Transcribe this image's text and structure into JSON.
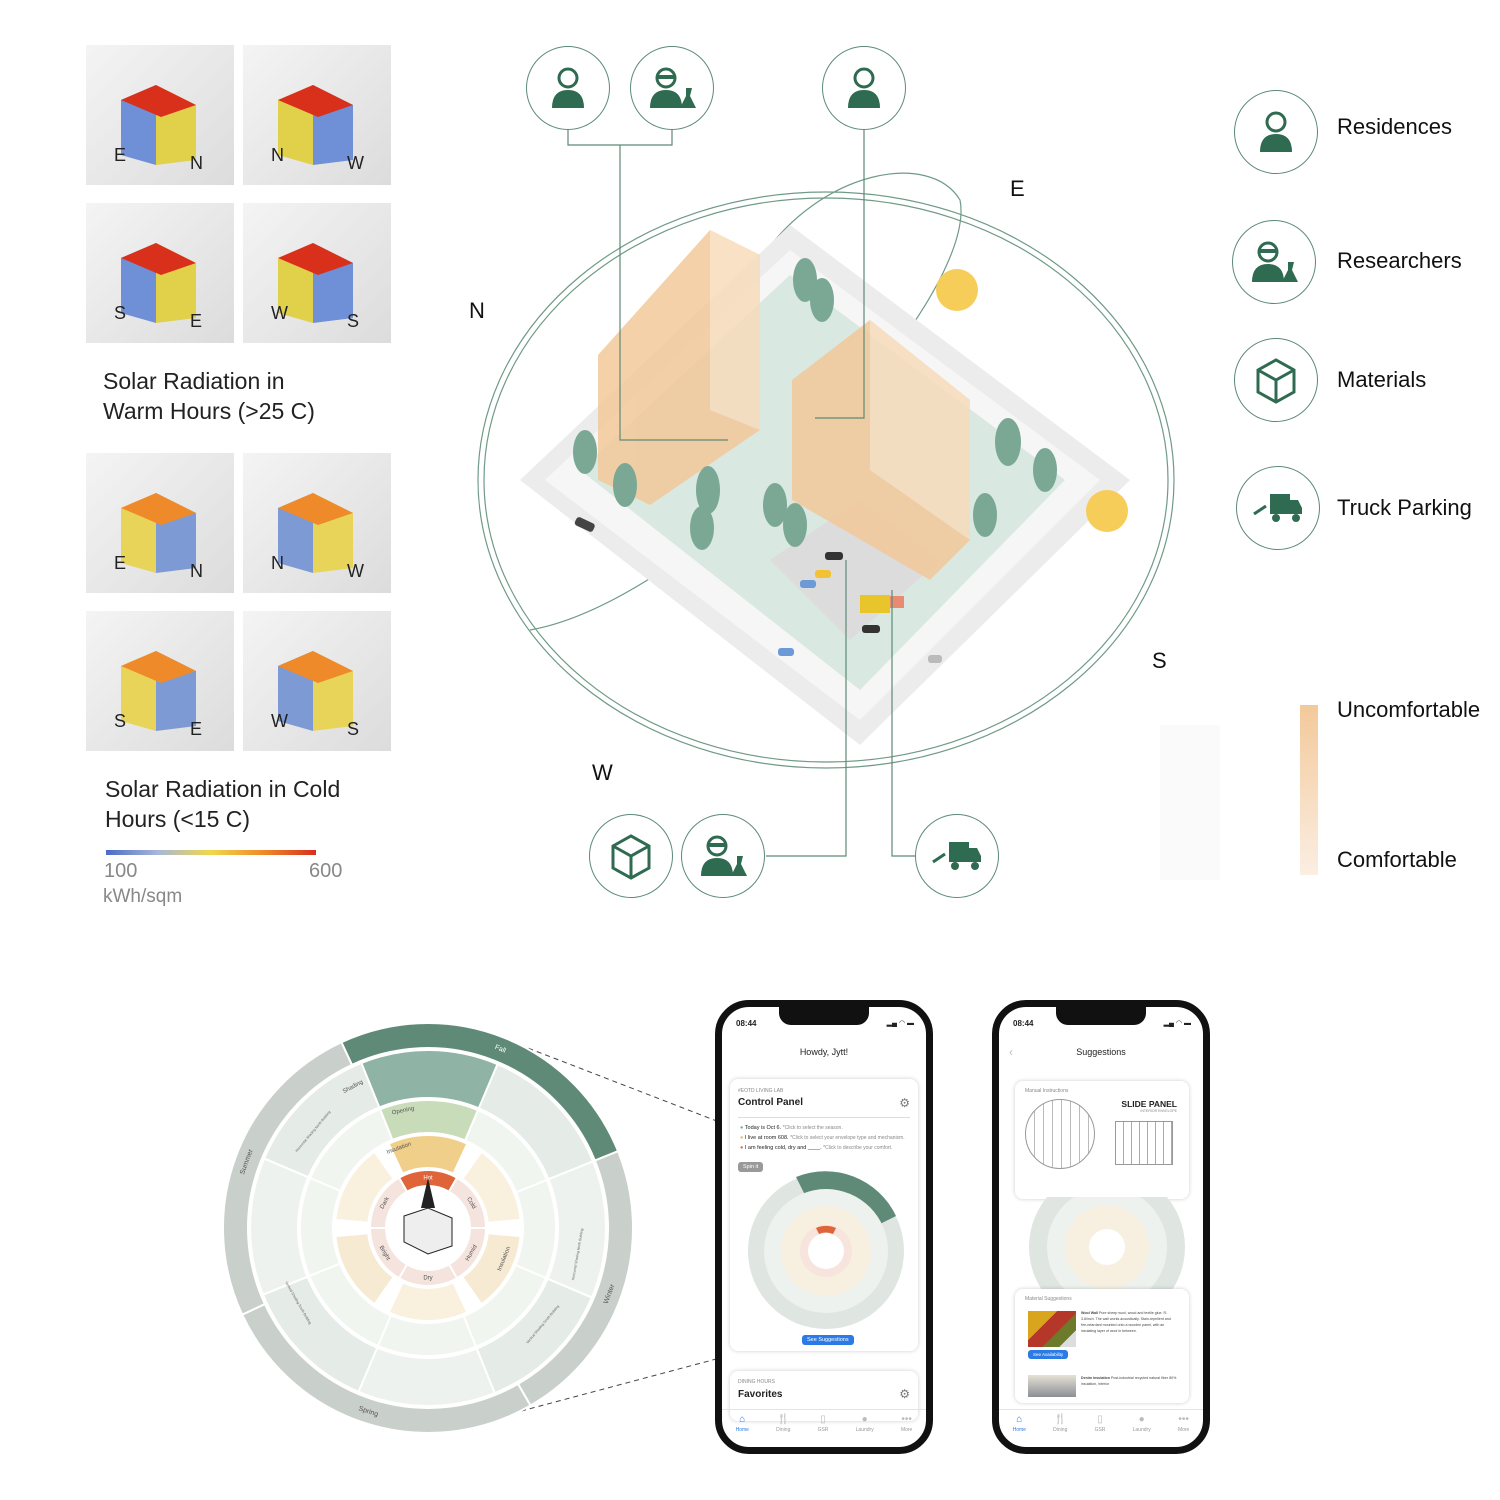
{
  "warm_panel": {
    "title_line1": "Solar Radiation in",
    "title_line2": "Warm Hours (>25 C)",
    "thumbs": [
      {
        "left": "E",
        "right": "N"
      },
      {
        "left": "N",
        "right": "W"
      },
      {
        "left": "S",
        "right": "E"
      },
      {
        "left": "W",
        "right": "S"
      }
    ]
  },
  "cold_panel": {
    "title_line1": "Solar Radiation in Cold",
    "title_line2": "Hours (<15 C)",
    "thumbs": [
      {
        "left": "E",
        "right": "N"
      },
      {
        "left": "N",
        "right": "W"
      },
      {
        "left": "S",
        "right": "E"
      },
      {
        "left": "W",
        "right": "S"
      }
    ]
  },
  "colorbar": {
    "min": "100",
    "max": "600",
    "unit": "kWh/sqm",
    "colors": [
      "#4a6cc9",
      "#f0d84a",
      "#d92d1c"
    ]
  },
  "site": {
    "compass": {
      "n": "N",
      "e": "E",
      "s": "S",
      "w": "W"
    }
  },
  "legend": {
    "items": [
      {
        "label": "Residences",
        "icon": "resident-icon"
      },
      {
        "label": "Researchers",
        "icon": "researcher-icon"
      },
      {
        "label": "Materials",
        "icon": "box-icon"
      },
      {
        "label": "Truck Parking",
        "icon": "truck-icon"
      }
    ],
    "comfort_high": "Uncomfortable",
    "comfort_low": "Comfortable"
  },
  "colors": {
    "accent_green": "#2f6b50",
    "building_orange": "#f3c99a",
    "sun": "#f7cd5a"
  },
  "wheel": {
    "seasons": [
      "Fall",
      "Winter",
      "Spring",
      "Summer"
    ],
    "conditions": [
      "Hot",
      "Cold",
      "Humid",
      "Dry",
      "Bright",
      "Dark"
    ],
    "strategies": [
      "Shading",
      "Opening",
      "Insulation",
      "Insulation"
    ],
    "notes": [
      "Horizontal Shading North Building",
      "Vertical Shading South Building",
      "Horizontal Shading North Building",
      "Vertical Shading South Building"
    ]
  },
  "phone1": {
    "time": "08:44",
    "greeting": "Howdy, Jytt!",
    "card_kicker": "#EOTD LIVING LAB",
    "card_title": "Control Panel",
    "lines": [
      "Today is Oct 6.",
      "I live at room 608.",
      "I am feeling cold, dry and ____."
    ],
    "hints": [
      "*Click to select the season.",
      "*Click to select your envelope type and mechanism.",
      "*Click to describe your comfort."
    ],
    "spin": "Spin it",
    "see_suggestions": "See Suggestions",
    "fav_kicker": "DINING HOURS",
    "fav_title": "Favorites",
    "tabs": [
      "Home",
      "Dining",
      "GSR",
      "Laundry",
      "More"
    ]
  },
  "phone2": {
    "time": "08:44",
    "title": "Suggestions",
    "manual": "Manual Instructions",
    "panel_title": "SLIDE PANEL",
    "panel_sub": "INTERIOR ENVELOPE",
    "materials": "Material Suggestions",
    "m1_name": "Wool Wall",
    "m1_desc": "Pure sheep wool, wood and textile glue. R-3.8/inch. The wall works acoustically. Stain-repellent and fire-retardant mounted onto a wooden panel, with an insulating layer of wool in between.",
    "see_availability": "See Availability",
    "m2_name": "Denim Insulation",
    "m2_desc": "Post-industrial recycled natural fiber 80% insulation, interior",
    "tabs": [
      "Home",
      "Dining",
      "GSR",
      "Laundry",
      "More"
    ]
  }
}
